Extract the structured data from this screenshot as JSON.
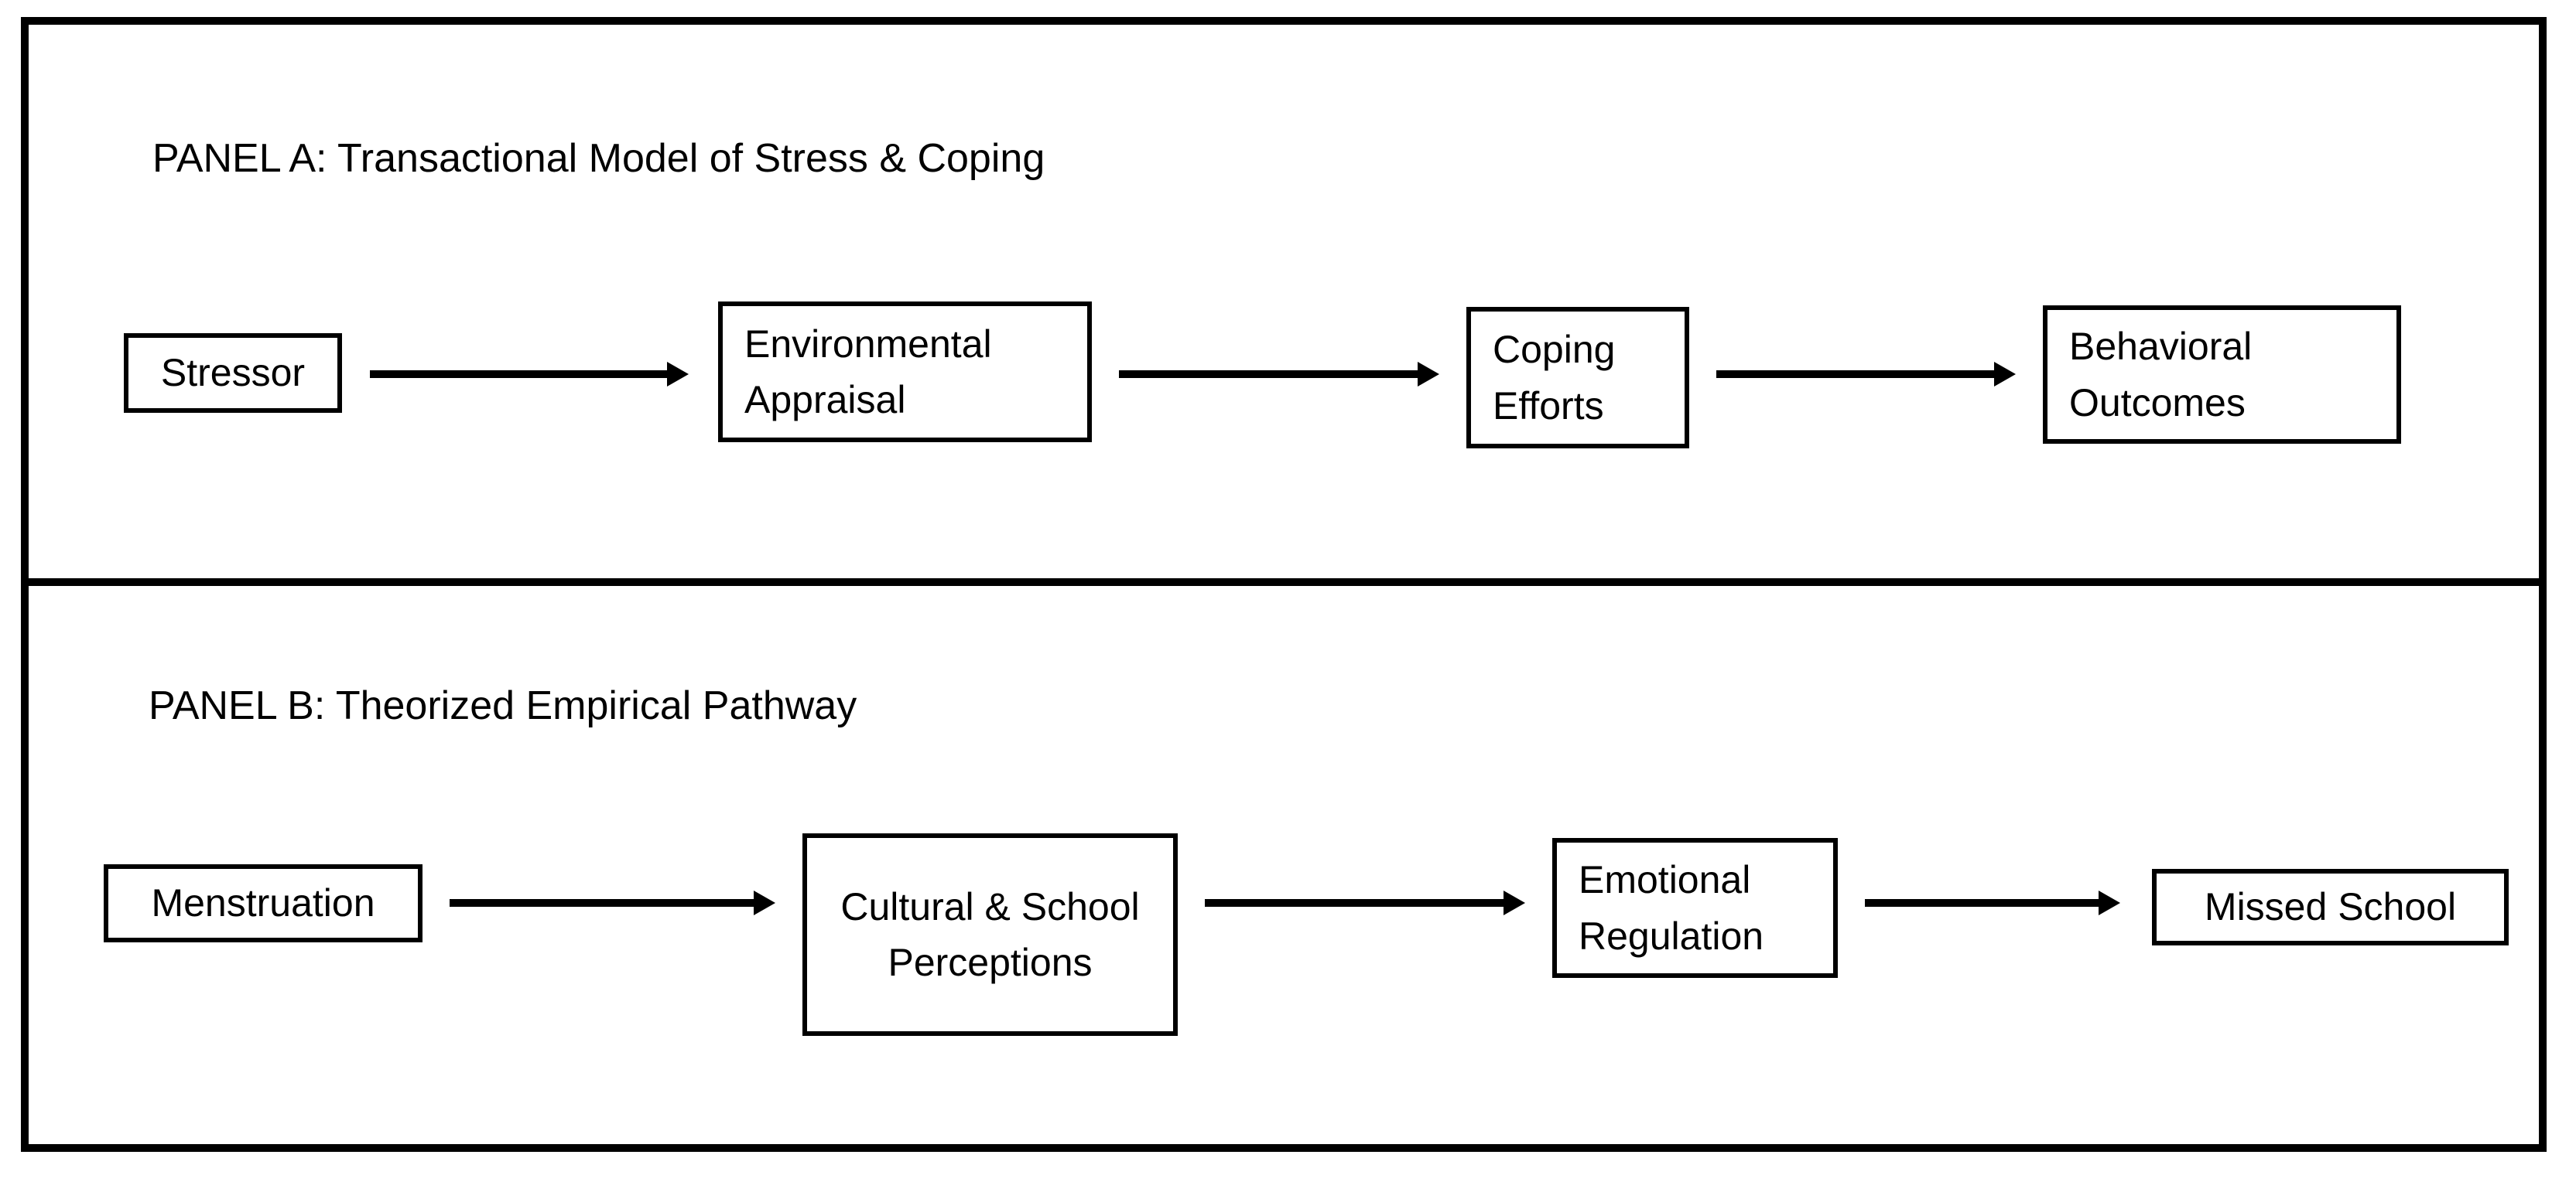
{
  "figure": {
    "type": "flow-diagram",
    "background": "#ffffff",
    "border_color": "#000000",
    "text_color": "#000000"
  },
  "panels": [
    {
      "id": "panel-a",
      "title": "PANEL A: Transactional Model of Stress & Coping",
      "nodes": [
        {
          "label": "Stressor"
        },
        {
          "label": "Environmental Appraisal"
        },
        {
          "label": "Coping Efforts"
        },
        {
          "label": "Behavioral Outcomes"
        }
      ],
      "edges": [
        {
          "from": "Stressor",
          "to": "Environmental Appraisal"
        },
        {
          "from": "Environmental Appraisal",
          "to": "Coping Efforts"
        },
        {
          "from": "Coping Efforts",
          "to": "Behavioral Outcomes"
        }
      ]
    },
    {
      "id": "panel-b",
      "title": "PANEL B: Theorized Empirical Pathway",
      "nodes": [
        {
          "label": "Menstruation"
        },
        {
          "label": "Cultural & School Perceptions"
        },
        {
          "label": "Emotional Regulation"
        },
        {
          "label": "Missed School"
        }
      ],
      "edges": [
        {
          "from": "Menstruation",
          "to": "Cultural & School Perceptions"
        },
        {
          "from": "Cultural & School Perceptions",
          "to": "Emotional Regulation"
        },
        {
          "from": "Emotional Regulation",
          "to": "Missed School"
        }
      ]
    }
  ]
}
